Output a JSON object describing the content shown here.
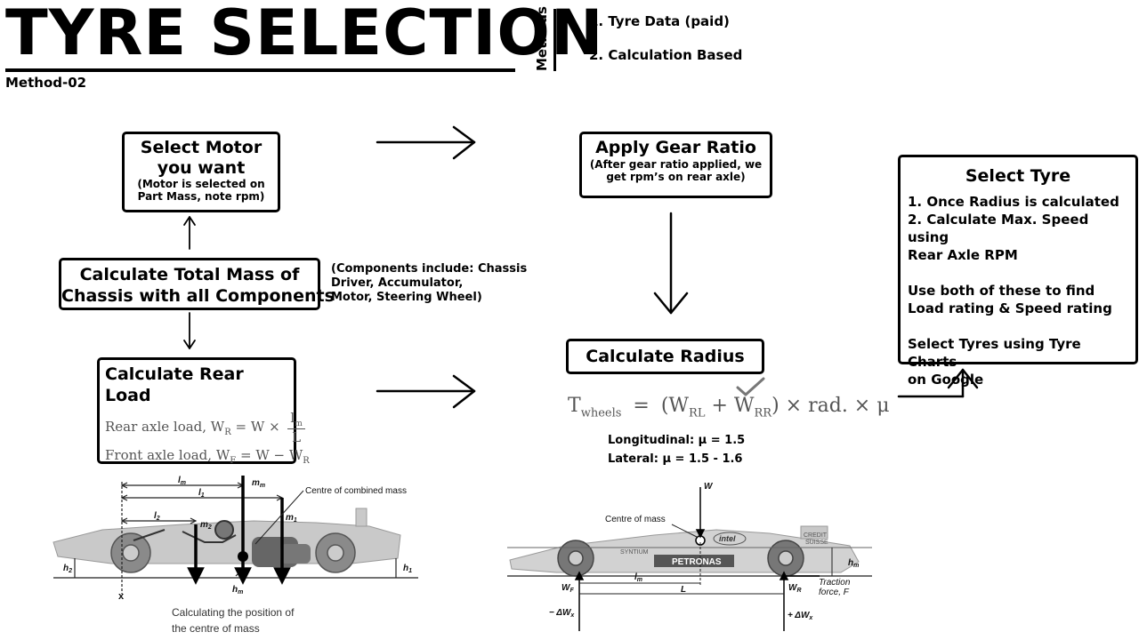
{
  "header": {
    "title": "TYRE SELECTION",
    "subtitle": "Method-02",
    "methods_label": "Methods",
    "methods": [
      "1. Tyre Data (paid)",
      "2. Calculation Based"
    ]
  },
  "boxes": {
    "motor": {
      "title_line1": "Select Motor",
      "title_line2": "you want",
      "sub_line1": "(Motor is selected on",
      "sub_line2": "Part Mass, note rpm)"
    },
    "mass": {
      "line1": "Calculate Total Mass of",
      "line2": "Chassis with all Components"
    },
    "mass_note": {
      "line1": "(Components include: Chassis",
      "line2": "Driver, Accumulator,",
      "line3": "Motor, Steering Wheel)"
    },
    "rear_load": {
      "title": "Calculate Rear Load",
      "rear_formula": "Rear axle load, W",
      "rear_sub": "R",
      "rear_eq": "= W ×",
      "rear_num": "l",
      "rear_num_sub": "m",
      "rear_den": "L",
      "front_formula": "Front axle load, W",
      "front_sub": "F",
      "front_eq": "= W − W",
      "front_eq_sub": "R"
    },
    "gear": {
      "title": "Apply Gear Ratio",
      "sub_line1": "(After gear ratio applied, we",
      "sub_line2": "get rpm’s on rear axle)"
    },
    "radius": {
      "title": "Calculate Radius"
    },
    "select_tyre": {
      "title": "Select Tyre",
      "l1": "1. Once Radius is calculated",
      "l2a": "2. Calculate ",
      "l2b": "Max. Speed",
      "l2c": " using",
      "l3": "Rear Axle RPM",
      "l4": "Use both of these to find",
      "l5": "Load rating & Speed rating",
      "l6a": "Select Tyres using ",
      "l6b": "Tyre Charts",
      "l7": "on Google"
    }
  },
  "torque": {
    "lhs": "T",
    "lhs_sub": "wheels",
    "eq": "=",
    "rhs1": "(W",
    "rhs1_sub": "RL",
    "plus": "+ W",
    "rhs2_sub": "RR",
    "rhs_tail": ") × rad. × μ",
    "longitudinal": "Longitudinal: μ = 1.5",
    "lateral": "Lateral: μ = 1.5 - 1.6"
  },
  "left_figure": {
    "labels": {
      "lm": "l",
      "lm_sub": "m",
      "l1": "l",
      "l1_sub": "1",
      "l2": "l",
      "l2_sub": "2",
      "mm": "m",
      "mm_sub": "m",
      "m2": "m",
      "m2_sub": "2",
      "m1": "m",
      "m1_sub": "1",
      "h2": "h",
      "h2_sub": "2",
      "h1": "h",
      "h1_sub": "1",
      "hm": "h",
      "hm_sub": "m",
      "x": "x",
      "centre": "Centre of combined mass"
    },
    "caption_line1": "Calculating the position of",
    "caption_line2": "the centre of mass"
  },
  "right_figure": {
    "labels": {
      "w": "W",
      "centre": "Centre of mass",
      "lm": "l",
      "lm_sub": "m",
      "L": "L",
      "wf": "W",
      "wf_sub": "F",
      "wr": "W",
      "wr_sub": "R",
      "hm": "h",
      "hm_sub": "m",
      "traction1": "Traction",
      "traction2": "force, F",
      "dwx_neg": "− ΔW",
      "dwx_neg_sub": "x",
      "dwx_pos": "+ ΔW",
      "dwx_pos_sub": "x",
      "sponsor1": "intel",
      "sponsor2": "PETRONAS",
      "sponsor3": "SYNTIUM",
      "sponsor4": "CREDIT",
      "sponsor5": "SUISSE"
    }
  },
  "colors": {
    "ink": "#000000",
    "formula_gray": "#555555",
    "car_gray": "#bdbdbd",
    "car_dark": "#6f6f6f"
  }
}
